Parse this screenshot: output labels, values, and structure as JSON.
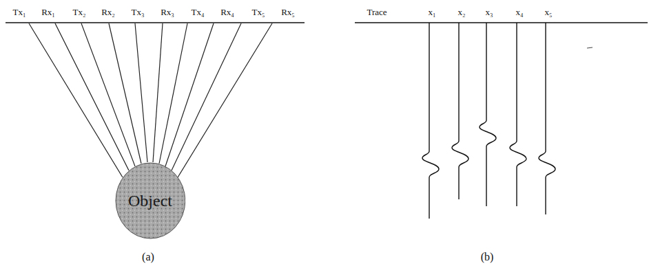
{
  "diagram": {
    "nodes": [
      {
        "text": [
          "Object"
        ]
      }
    ],
    "labels": [
      "Tx₁",
      "Rx₁",
      "Tx₂",
      "Rx₂",
      "Tx₃",
      "Rx₃",
      "Tx₄",
      "Rx₄",
      "Tx₅",
      "Rx₅",
      "Trace",
      "x₁",
      "x₂",
      "x₃",
      "x₄",
      "x₅",
      "(a)",
      "(b)"
    ]
  }
}
